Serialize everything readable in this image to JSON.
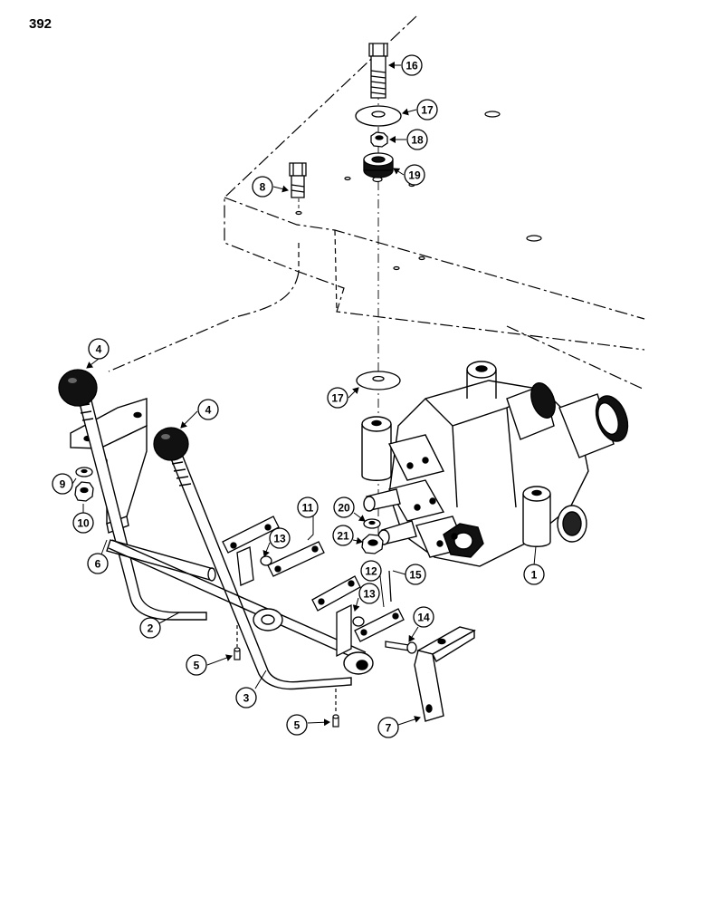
{
  "page": {
    "number": "392"
  },
  "callouts": [
    {
      "id": "c16",
      "label": "16"
    },
    {
      "id": "c17a",
      "label": "17"
    },
    {
      "id": "c18",
      "label": "18"
    },
    {
      "id": "c19",
      "label": "19"
    },
    {
      "id": "c8",
      "label": "8"
    },
    {
      "id": "c4a",
      "label": "4"
    },
    {
      "id": "c4b",
      "label": "4"
    },
    {
      "id": "c17b",
      "label": "17"
    },
    {
      "id": "c9",
      "label": "9"
    },
    {
      "id": "c10",
      "label": "10"
    },
    {
      "id": "c6",
      "label": "6"
    },
    {
      "id": "c11",
      "label": "11"
    },
    {
      "id": "c13a",
      "label": "13"
    },
    {
      "id": "c20",
      "label": "20"
    },
    {
      "id": "c21",
      "label": "21"
    },
    {
      "id": "c12",
      "label": "12"
    },
    {
      "id": "c15",
      "label": "15"
    },
    {
      "id": "c13b",
      "label": "13"
    },
    {
      "id": "c1",
      "label": "1"
    },
    {
      "id": "c2",
      "label": "2"
    },
    {
      "id": "c14",
      "label": "14"
    },
    {
      "id": "c5a",
      "label": "5"
    },
    {
      "id": "c3",
      "label": "3"
    },
    {
      "id": "c5b",
      "label": "5"
    },
    {
      "id": "c7",
      "label": "7"
    }
  ]
}
